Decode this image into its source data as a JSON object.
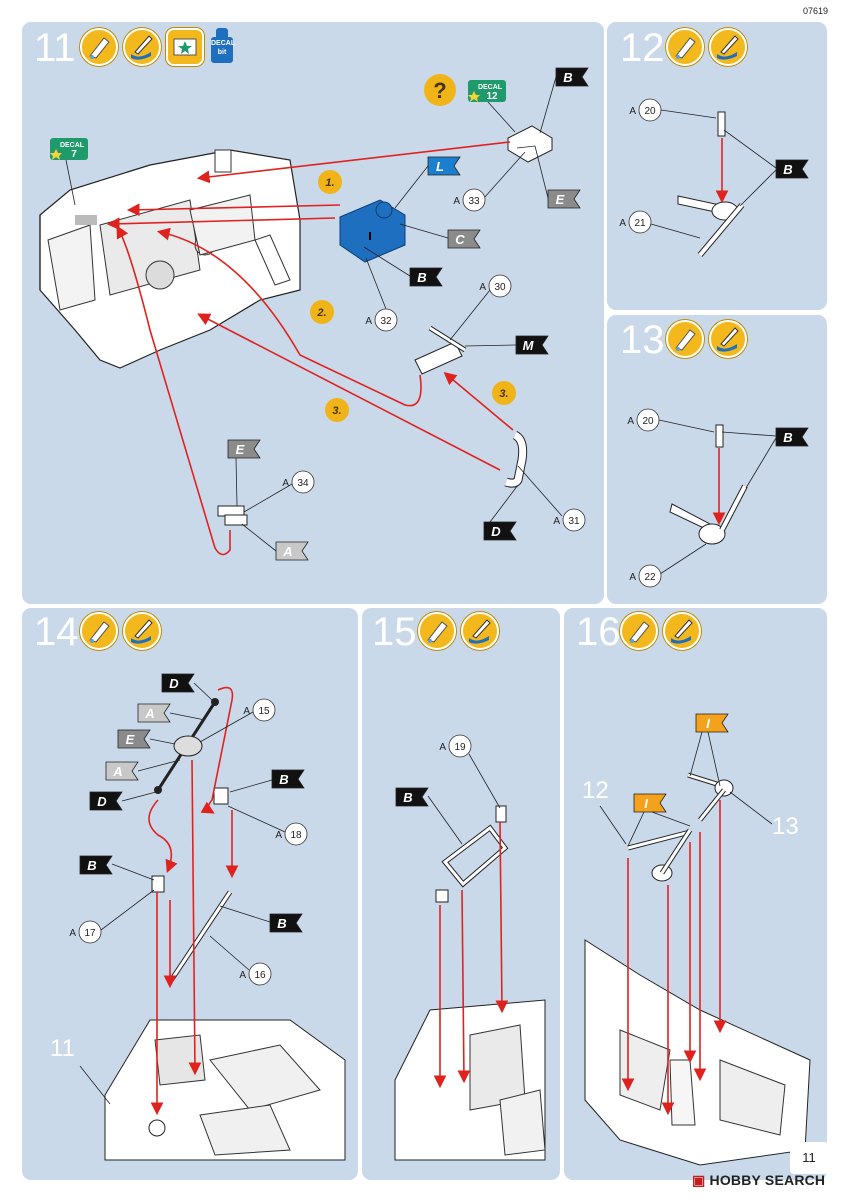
{
  "doc_number": "07619",
  "page_number": "11",
  "watermark": "HOBBY SEARCH",
  "decal_bit_label": "DECAL\nbit",
  "steps": [
    {
      "number": "11",
      "icons": [
        "glue-icon",
        "paint-icon",
        "decal-apply-icon",
        "decal-bit-icon"
      ]
    },
    {
      "number": "12",
      "icons": [
        "glue-icon",
        "paint-icon"
      ]
    },
    {
      "number": "13",
      "icons": [
        "glue-icon",
        "paint-icon"
      ]
    },
    {
      "number": "14",
      "icons": [
        "glue-icon",
        "paint-icon"
      ]
    },
    {
      "number": "15",
      "icons": [
        "glue-icon",
        "paint-icon"
      ]
    },
    {
      "number": "16",
      "icons": [
        "glue-icon",
        "paint-icon"
      ]
    }
  ],
  "step11": {
    "substeps": [
      "1.",
      "2.",
      "3.",
      "3."
    ],
    "decal_badges": [
      {
        "label": "DECAL",
        "number": "7"
      },
      {
        "label": "DECAL",
        "number": "12"
      }
    ],
    "question": "?",
    "colors": [
      "L",
      "B",
      "B",
      "C",
      "E",
      "M",
      "E",
      "A",
      "D"
    ],
    "parts": [
      {
        "sprue": "A",
        "num": "33"
      },
      {
        "sprue": "A",
        "num": "32"
      },
      {
        "sprue": "A",
        "num": "30"
      },
      {
        "sprue": "A",
        "num": "34"
      },
      {
        "sprue": "A",
        "num": "31"
      }
    ]
  },
  "step12": {
    "colors": [
      "B"
    ],
    "parts": [
      {
        "sprue": "A",
        "num": "20"
      },
      {
        "sprue": "A",
        "num": "21"
      }
    ]
  },
  "step13": {
    "colors": [
      "B"
    ],
    "parts": [
      {
        "sprue": "A",
        "num": "20"
      },
      {
        "sprue": "A",
        "num": "22"
      }
    ]
  },
  "step14": {
    "colors": [
      "D",
      "A",
      "E",
      "A",
      "D",
      "B",
      "B",
      "B"
    ],
    "parts": [
      {
        "sprue": "A",
        "num": "15"
      },
      {
        "sprue": "A",
        "num": "18"
      },
      {
        "sprue": "A",
        "num": "17"
      },
      {
        "sprue": "A",
        "num": "16"
      }
    ],
    "ref": "11"
  },
  "step15": {
    "colors": [
      "B"
    ],
    "parts": [
      {
        "sprue": "A",
        "num": "19"
      }
    ]
  },
  "step16": {
    "colors": [
      "I",
      "I"
    ],
    "refs": [
      "12",
      "13"
    ]
  },
  "palette": {
    "panel": "#cad9ea",
    "arrow": "#e0221f",
    "flag_black": "#111111",
    "flag_grey": "#8b8b8b",
    "flag_light": "#c8c8c8",
    "flag_blue": "#1b7fd0",
    "flag_orange": "#f4a11b",
    "badge_yellow": "#f0b419",
    "decal_green": "#1f9a6a",
    "part_blue": "#1f6fc0"
  }
}
